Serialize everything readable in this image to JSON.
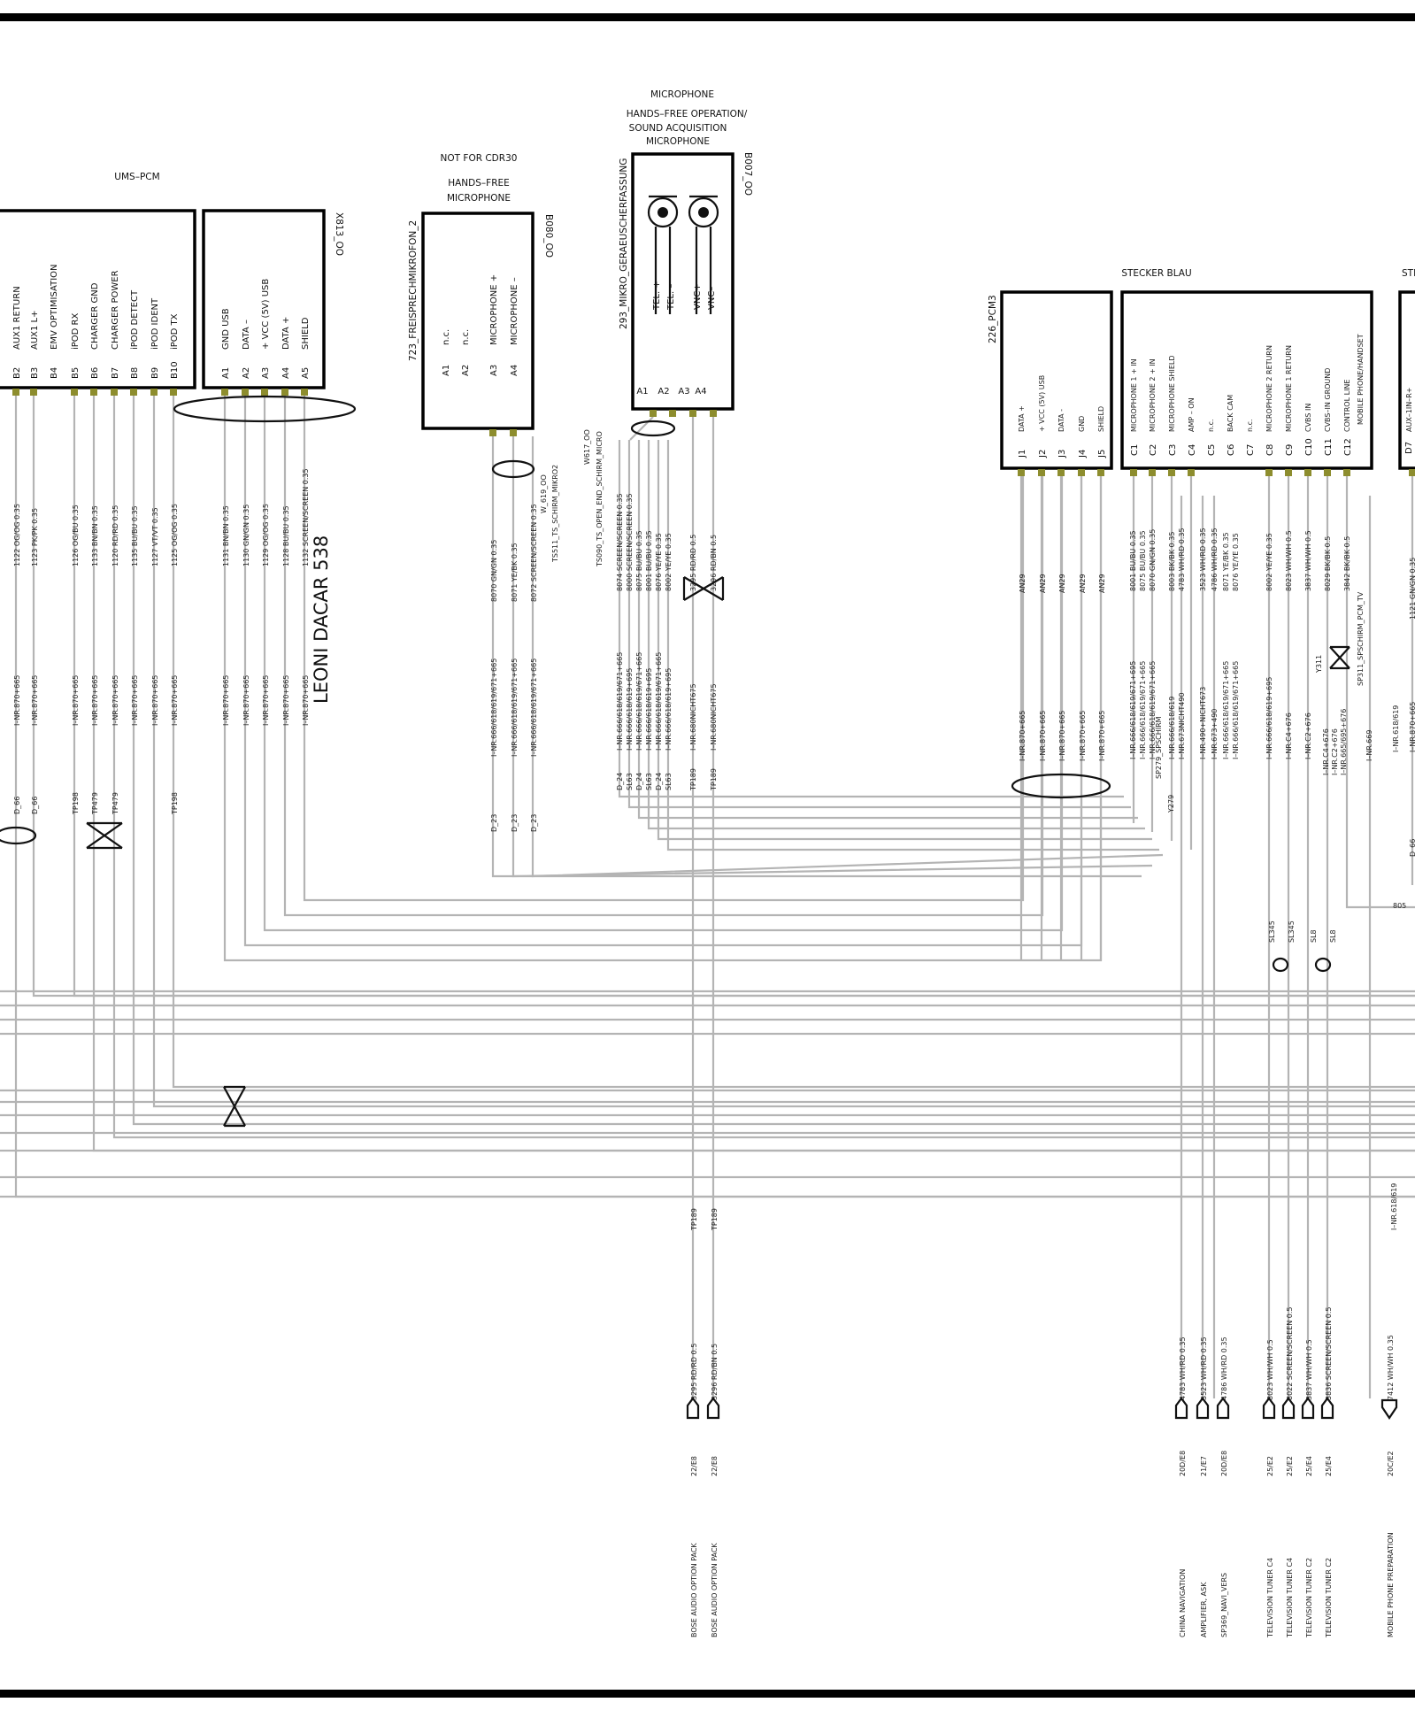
{
  "modules": {
    "ums": {
      "title": "UMS–PCM"
    },
    "ums_left": {
      "pins": [
        {
          "pin": "B2",
          "label": "AUX1 RETURN"
        },
        {
          "pin": "B3",
          "label": "AUX1 L+"
        },
        {
          "pin": "B4",
          "label": "EMV OPTIMISATION"
        },
        {
          "pin": "B5",
          "label": "iPOD RX"
        },
        {
          "pin": "B6",
          "label": "CHARGER GND"
        },
        {
          "pin": "B7",
          "label": "CHARGER POWER"
        },
        {
          "pin": "B8",
          "label": "iPOD DETECT"
        },
        {
          "pin": "B9",
          "label": "iPOD IDENT"
        },
        {
          "pin": "B10",
          "label": "iPOD TX"
        }
      ]
    },
    "ums_right": {
      "id": "X813_OO",
      "pins": [
        {
          "pin": "A1",
          "label": "GND USB"
        },
        {
          "pin": "A2",
          "label": "DATA –"
        },
        {
          "pin": "A3",
          "label": "+ VCC (5V) USB"
        },
        {
          "pin": "A4",
          "label": "DATA +"
        },
        {
          "pin": "A5",
          "label": "SHIELD"
        }
      ]
    },
    "hfm": {
      "note": "NOT FOR CDR30",
      "title1": "HANDS–FREE",
      "title2": "MICROPHONE",
      "id": "B080_OO",
      "connector": "723_FREISPRECHMIKROFON_2",
      "pins": [
        {
          "pin": "A1",
          "label": "n.c."
        },
        {
          "pin": "A2",
          "label": "n.c."
        },
        {
          "pin": "A3",
          "label": "MICROPHONE +"
        },
        {
          "pin": "A4",
          "label": "MICROPHONE –"
        }
      ]
    },
    "mic": {
      "title": "MICROPHONE",
      "sub1": "HANDS–FREE OPERATION/",
      "sub2": "SOUND  ACQUISITION",
      "sub3": "MICROPHONE",
      "id": "B007_OO",
      "connector": "293_MIKRO_GERAEUSCHERFASSUNG",
      "pins": [
        {
          "label": "TEL. +"
        },
        {
          "label": "TEL. –"
        },
        {
          "label": "VNC+"
        },
        {
          "label": "VNC–"
        }
      ],
      "pin_ids": [
        "A1",
        "A2",
        "A3",
        "A4"
      ]
    },
    "pcm3": {
      "connector": "226_PCM3",
      "pins": [
        {
          "pin": "J1",
          "label": "DATA     +"
        },
        {
          "pin": "J2",
          "label": "+ VCC (5V) USB"
        },
        {
          "pin": "J3",
          "label": "DATA     -"
        },
        {
          "pin": "J4",
          "label": "GND"
        },
        {
          "pin": "J5",
          "label": "SHIELD"
        }
      ]
    },
    "blau": {
      "title": "STECKER BLAU",
      "pins": [
        {
          "pin": "C1",
          "label": "MICROPHONE 1 +     IN"
        },
        {
          "pin": "C2",
          "label": "MICROPHONE 2 +     IN"
        },
        {
          "pin": "C3",
          "label": "MICROPHONE SHIELD"
        },
        {
          "pin": "C4",
          "label": "AMP – ON"
        },
        {
          "pin": "C5",
          "label": "n.c."
        },
        {
          "pin": "C6",
          "label": "BACK CAM"
        },
        {
          "pin": "C7",
          "label": "n.c."
        },
        {
          "pin": "C8",
          "label": "MICROPHONE 2 RETURN"
        },
        {
          "pin": "C9",
          "label": "MICROPHONE 1 RETURN"
        },
        {
          "pin": "C10",
          "label": "CVBS IN"
        },
        {
          "pin": "C11",
          "label": "CVBS–IN GROUND"
        },
        {
          "pin": "C12",
          "label": "CONTROL LINE"
        },
        {
          "pin": "",
          "label": "MOBILE PHONE/HANDSET"
        }
      ]
    },
    "edge": {
      "title": "STE",
      "pin": "D7",
      "label": "AUX–1IN–R+"
    }
  },
  "harness_label": "LEONI DACAR 538",
  "wires_ums_left": [
    {
      "code": "1122 OG/OG 0.35",
      "nr": "I–NR.870+665",
      "tag": "D_66"
    },
    {
      "code": "1123 PK/PK 0.35",
      "nr": "I–NR.870+665",
      "tag": "D_66"
    },
    {
      "code": "1126 OG/BU 0.35",
      "nr": "I–NR.870+665",
      "tag": "TP198"
    },
    {
      "code": "1133 BN/BN 0.35",
      "nr": "I–NR.870+665",
      "tag": "TP479"
    },
    {
      "code": "1120 RD/RD 0.35",
      "nr": "I–NR.870+665",
      "tag": "TP479"
    },
    {
      "code": "1135 BU/BU 0.35",
      "nr": "I–NR.870+665",
      "tag": ""
    },
    {
      "code": "1127 VT/VT 0.35",
      "nr": "I–NR.870+665",
      "tag": ""
    },
    {
      "code": "1125 OG/OG 0.35",
      "nr": "I–NR.870+665",
      "tag": "TP198"
    }
  ],
  "wires_ums_right": [
    {
      "code": "1131 BN/BN 0.35",
      "nr": "I–NR.870+665"
    },
    {
      "code": "1130 GN/GN 0.35",
      "nr": "I–NR.870+665"
    },
    {
      "code": "1129 OG/OG 0.35",
      "nr": "I–NR.870+665"
    },
    {
      "code": "1128 BU/BU 0.35",
      "nr": "I–NR.870+665"
    },
    {
      "code": "1132 SCREEN/SCREEN 0.35",
      "nr": "I–NR.870+665"
    }
  ],
  "wires_hfm": {
    "splice1": "W_619_OO",
    "splice2": "TS511_TS_SCHIRM_MIKRO2",
    "rows": [
      {
        "code": "8070 GN/GN 0.35",
        "nr": "I–NR.666/618/619/671+665",
        "tag": "D_23"
      },
      {
        "code": "8071 YE/BK 0.35",
        "nr": "I–NR.666/618/619/671+665",
        "tag": "D_23"
      },
      {
        "code": "8072 SCREEN/SCREEN 0.35",
        "nr": "I–NR.666/618/619/671+665",
        "tag": "D_23"
      }
    ]
  },
  "wires_mic": {
    "splice1": "W617_OO",
    "splice2": "TS090_TS_OPEN_END_SCHIRM_MICRO",
    "rows": [
      {
        "code": "8074 SCREEN/SCREEN 0.35",
        "nr": "I–NR.666/618/619/671+665",
        "tag": "D_24"
      },
      {
        "code": "8000 SCREEN/SCREEN 0.35",
        "nr": "I–NR.666/618/619+695",
        "tag": "SL63"
      },
      {
        "code": "8075 BU/BU 0.35",
        "nr": "I–NR.666/618/619/671+665",
        "tag": "D_24"
      },
      {
        "code": "8001 BU/BU 0.35",
        "nr": "I–NR.666/618/619+695",
        "tag": "SL63"
      },
      {
        "code": "8076 YE/YE 0.35",
        "nr": "I–NR.666/618/619/671+665",
        "tag": "D_24"
      },
      {
        "code": "8002 YE/YE 0.35",
        "nr": "I–NR.666/618/619+695",
        "tag": "SL63"
      },
      {
        "code": "3295 RD/RD 0.5",
        "nr": "I–NR.680NICHT675",
        "tag": "TP189"
      },
      {
        "code": "3296 RD/BN 0.5",
        "nr": "I–NR.680NICHT675",
        "tag": "TP189"
      }
    ]
  },
  "wires_pcm3": [
    {
      "code": "AN29",
      "nr": "I–NR.870+665"
    },
    {
      "code": "AN29",
      "nr": "I–NR.870+665"
    },
    {
      "code": "AN29",
      "nr": "I–NR.870+665"
    },
    {
      "code": "AN29",
      "nr": "I–NR.870+665"
    },
    {
      "code": "AN29",
      "nr": "I–NR.870+665"
    }
  ],
  "wires_blau": [
    {
      "code": "8001 BU/BU 0.35",
      "nr": "I–NR.666/618/619/671+695"
    },
    {
      "code": "8075 BU/BU 0.35",
      "nr": "I–NR.666/618/619/671+665"
    },
    {
      "code": "8070 GN/GN 0.35",
      "nr": "I–NR.666/618/619/671+665"
    },
    {
      "code": "8003 BK/BK 0.35",
      "nr": "I–NR.666/618/619"
    },
    {
      "code": "4783 WH/RD 0.35",
      "nr": "I–NR.673NICHT490"
    },
    {
      "code": "3523 WH/RD 0.35",
      "nr": "I–NR.490+NICHT673"
    },
    {
      "code": "4786 WH/RD 0.35",
      "nr": "I–NR.673+490"
    },
    {
      "code": "8071 YE/BK 0.35",
      "nr": "I–NR.666/618/619/671+665"
    },
    {
      "code": "8076 YE/YE 0.35",
      "nr": "I–NR.666/618/619/671+665"
    },
    {
      "code": "8002 YE/YE 0.35",
      "nr": "I–NR.666/618/619+695"
    },
    {
      "code": "8023 WH/WH 0.5",
      "nr": "I–NR.C4+676"
    },
    {
      "code": "3837 WH/WH 0.5",
      "nr": "I–NR.C2+676"
    },
    {
      "code": "8029 BK/BK 0.5",
      "nr": ""
    },
    {
      "code": "3842 BK/BK 0.5",
      "nr": ""
    }
  ],
  "blau_misc": {
    "sp279": "SP279_SPSCHIRM",
    "y279": "Y279",
    "y311": "Y311",
    "sp311": "SP311_SPSCHIRM_PCM_TV",
    "nr_c4": "I–NR.C4+676",
    "nr_c2": "I–NR.C2+676",
    "nr_665": "I–NR.665/695+676",
    "nr_669": "I–NR.669",
    "sl345": "SL345",
    "sl8": "SL8"
  },
  "edge_wire": {
    "code": "1121 GN/GN 0.35",
    "nr1": "I–NR.618/619",
    "nr2": "I–NR.870+665",
    "tag": "D_66",
    "cut": "805"
  },
  "mobile_wire": {
    "nr": "I–NR.618/619"
  },
  "connectors_out": [
    {
      "code": "3295 RD/RD 0.5",
      "tag": "TP189",
      "ref": "22/E8",
      "dest": "BOSE AUDIO OPTION PACK"
    },
    {
      "code": "3296 RD/BN 0.5",
      "tag": "TP189",
      "ref": "22/E8",
      "dest": "BOSE AUDIO OPTION PACK"
    },
    {
      "code": "4783 WH/RD 0.35",
      "ref": "20D/E8",
      "dest": "CHINA NAVIGATION"
    },
    {
      "code": "3523 WH/RD 0.35",
      "ref": "21/E7",
      "dest": "AMPLIFIER, ASK"
    },
    {
      "code": "4786 WH/RD 0.35",
      "ref": "20D/E8",
      "dest": "SP369_NAVI_VERS"
    },
    {
      "code": "8023 WH/WH 0.5",
      "ref": "25/E2",
      "dest": "TELEVISION TUNER    C4"
    },
    {
      "code": "8022 SCREEN/SCREEN 0.5",
      "ref": "25/E2",
      "dest": "TELEVISION TUNER    C4"
    },
    {
      "code": "3837 WH/WH 0.5",
      "ref": "25/E4",
      "dest": "TELEVISION TUNER    C2"
    },
    {
      "code": "3836 SCREEN/SCREEN 0.5",
      "ref": "25/E4",
      "dest": "TELEVISION TUNER    C2"
    },
    {
      "code": "7412 WH/WH 0.35",
      "ref": "20C/E2",
      "dest": "MOBILE  PHONE    PREPARATION"
    }
  ]
}
